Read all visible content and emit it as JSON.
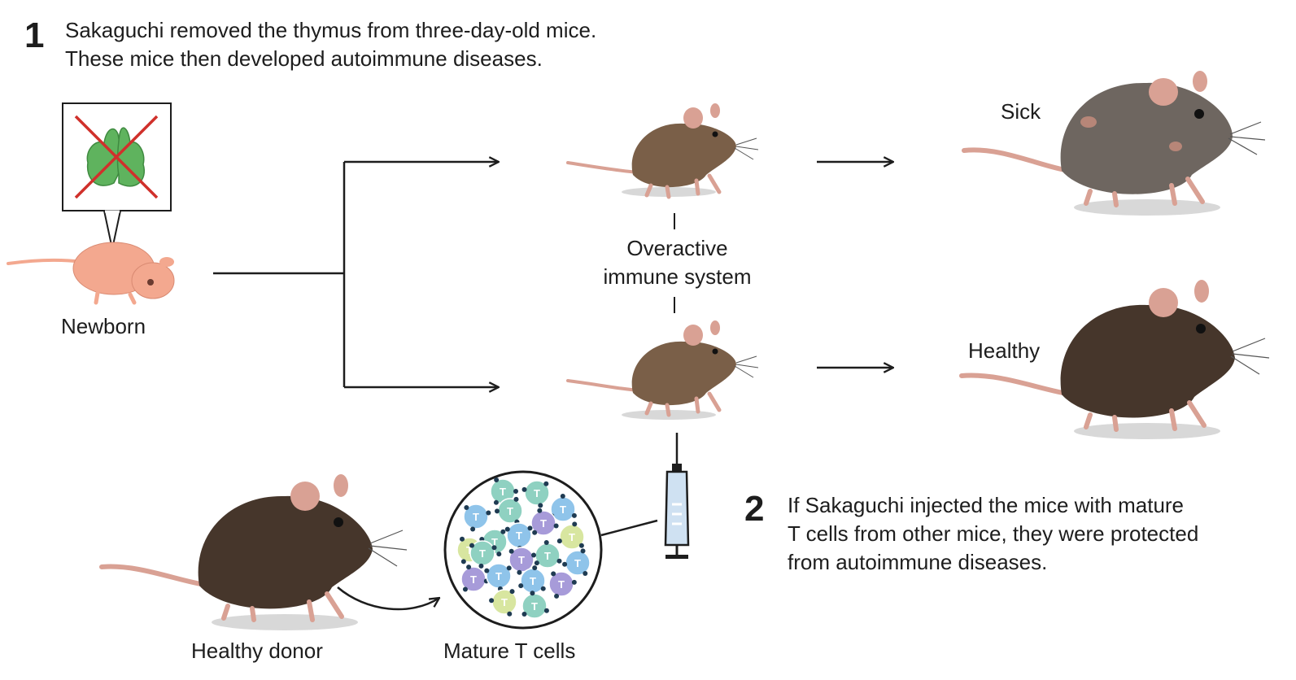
{
  "step1": {
    "number": "1",
    "text": [
      "Sakaguchi removed the thymus from three-day-old mice.",
      "These mice then developed autoimmune diseases."
    ]
  },
  "step2": {
    "number": "2",
    "text": [
      "If Sakaguchi injected the mice with mature",
      "T cells from other mice, they were protected",
      "from autoimmune diseases."
    ]
  },
  "labels": {
    "newborn": "Newborn",
    "overactive_line1": "Overactive",
    "overactive_line2": "immune system",
    "sick": "Sick",
    "healthy": "Healthy",
    "healthy_donor": "Healthy donor",
    "mature_t_cells": "Mature T cells"
  },
  "cell_letter": "T",
  "colors": {
    "text": "#1d1d1d",
    "line": "#1d1d1d",
    "cross": "#d0302b",
    "thymus": "#5fb35e",
    "newborn": "#f3a88f",
    "mouse_young": "#7a5f48",
    "mouse_sick": "#6e6660",
    "mouse_healthy": "#46362b",
    "ear": "#d9a194",
    "tail": "#d9a194",
    "shadow": "#d8d8d8",
    "syringe": "#cfe1f2"
  },
  "t_cell_colors": [
    "#8fd1c1",
    "#8fc4ea",
    "#a79bd9",
    "#d8e6a0"
  ]
}
